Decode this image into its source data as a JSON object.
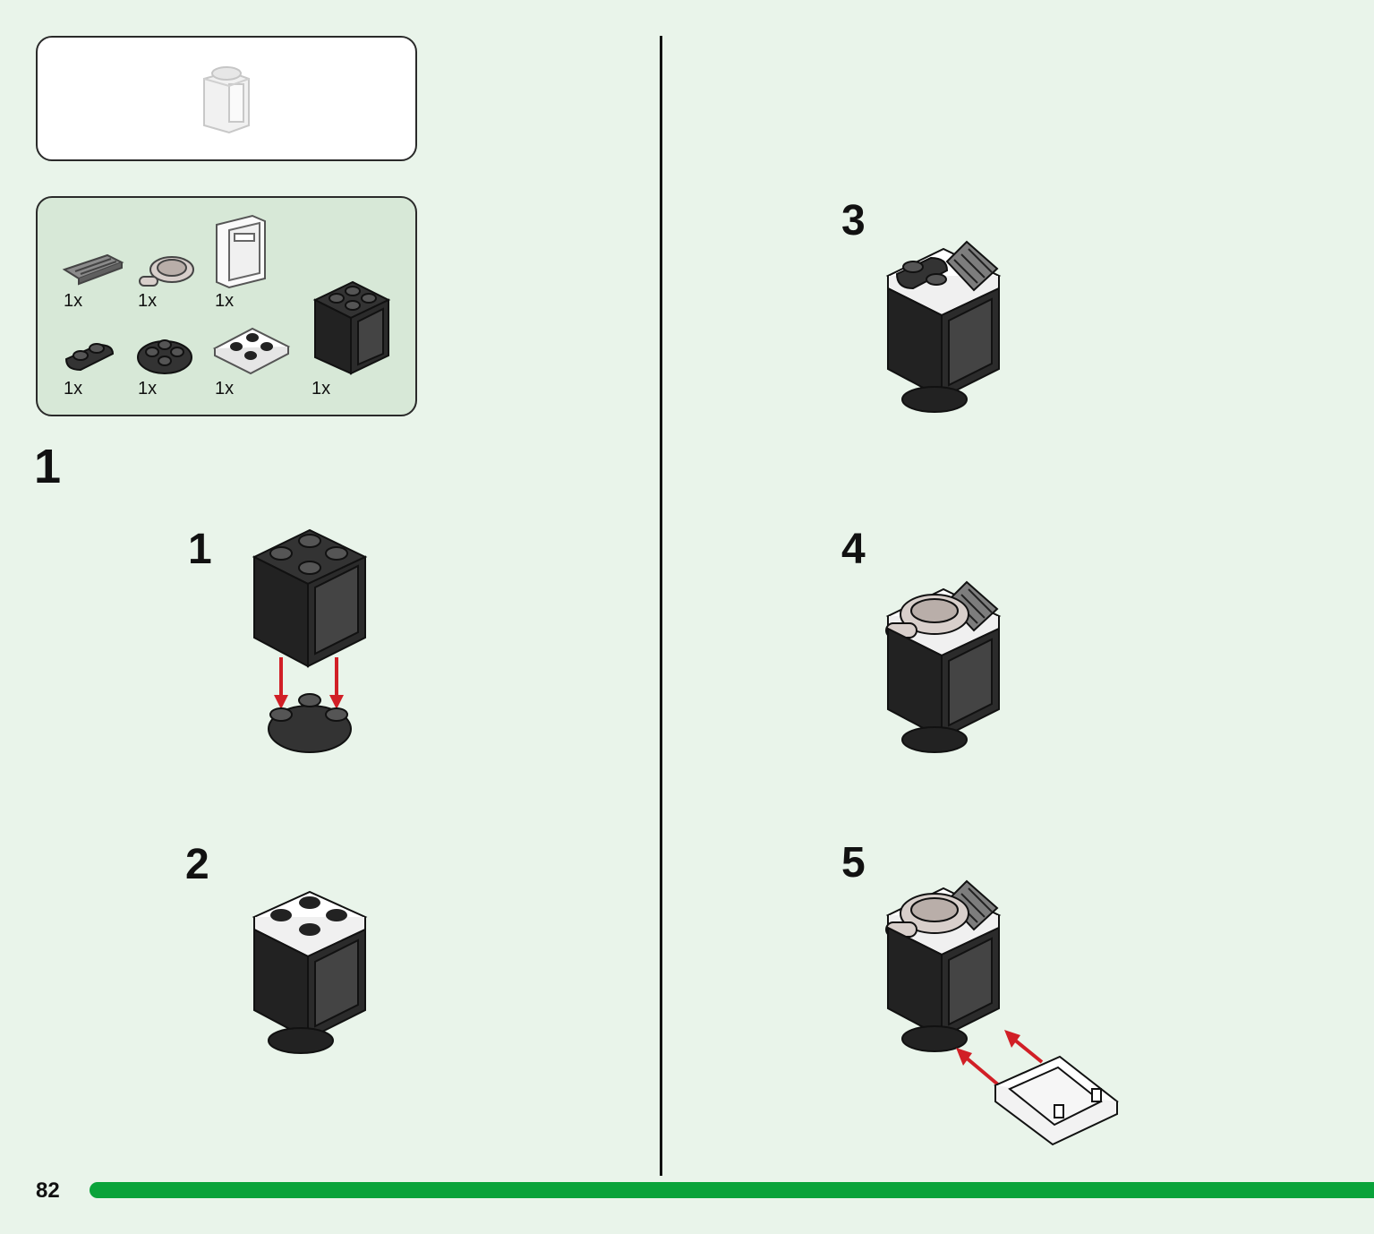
{
  "parts_list": {
    "items": [
      {
        "part": "grille-tile-1x2",
        "qty": "1x"
      },
      {
        "part": "round-plate-with-bar",
        "qty": "1x"
      },
      {
        "part": "white-panel-window",
        "qty": "1x"
      },
      {
        "part": "plate-1x2-rounded",
        "qty": "1x"
      },
      {
        "part": "round-plate-2x2",
        "qty": "1x"
      },
      {
        "part": "white-plate-2x2",
        "qty": "1x"
      },
      {
        "part": "black-container-2x2x2",
        "qty": "1x"
      }
    ]
  },
  "step": {
    "number": "1",
    "substeps": [
      "1",
      "2",
      "3",
      "4",
      "5"
    ]
  },
  "footer": {
    "page_number": "82",
    "progress": 1.0
  },
  "colors": {
    "background": "#e9f4ea",
    "parts_panel": "#d7e8d7",
    "accent_green": "#0aa33a",
    "arrow_red": "#d11f26",
    "brick_black": "#222222"
  }
}
